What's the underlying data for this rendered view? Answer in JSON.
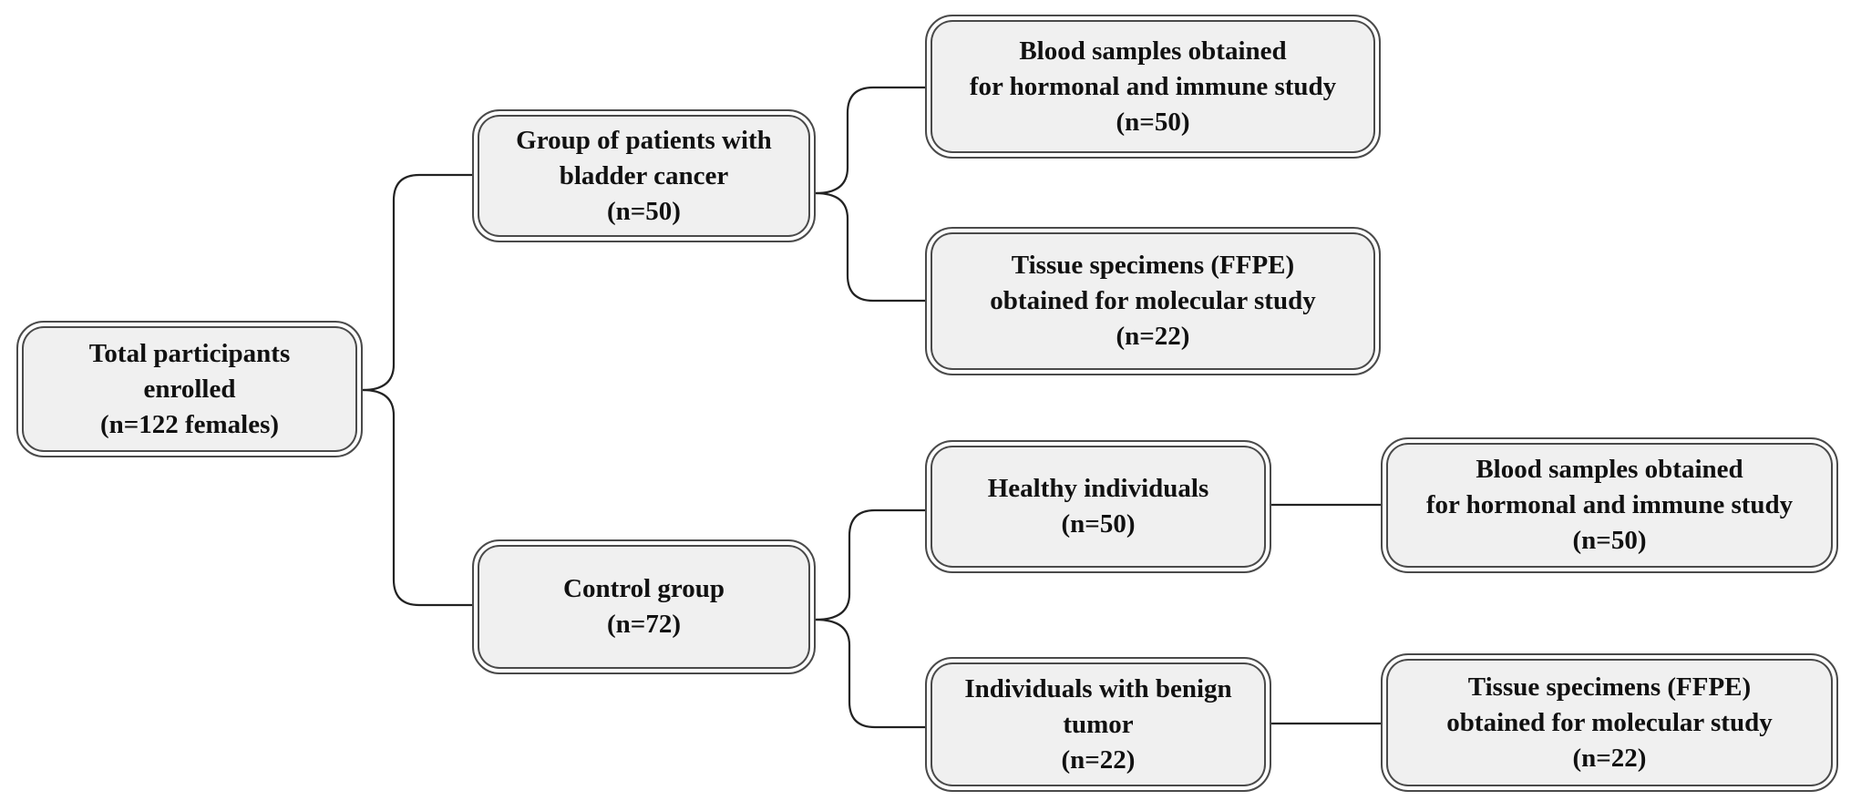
{
  "nodes": {
    "total": {
      "label": "Total participants\nenrolled\n(n=122 females)"
    },
    "patients": {
      "label": "Group of patients with\nbladder cancer\n(n=50)"
    },
    "control": {
      "label": "Control group\n(n=72)"
    },
    "patients_blood": {
      "label": "Blood samples obtained\nfor hormonal and immune study\n(n=50)"
    },
    "patients_tissue": {
      "label": "Tissue specimens (FFPE)\nobtained for molecular study\n(n=22)"
    },
    "healthy": {
      "label": "Healthy individuals\n(n=50)"
    },
    "benign": {
      "label": "Individuals with benign\ntumor\n(n=22)"
    },
    "healthy_blood": {
      "label": "Blood samples obtained\nfor hormonal and immune study\n(n=50)"
    },
    "benign_tissue": {
      "label": "Tissue specimens (FFPE)\nobtained for molecular study\n(n=22)"
    }
  },
  "colors": {
    "node_fill": "#f0f0f0",
    "node_border": "#4a4a4a",
    "connector": "#222222",
    "text": "#111111"
  }
}
